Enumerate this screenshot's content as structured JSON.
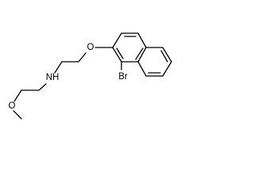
{
  "molecule": {
    "atom_labels": {
      "ether_oxygen_aryl": "O",
      "bromine": "Br",
      "amine_nitrogen": "NH",
      "methoxy_oxygen": "O"
    }
  },
  "colors": {
    "bond": "#000000",
    "label": "#000000",
    "background": "#ffffff"
  }
}
